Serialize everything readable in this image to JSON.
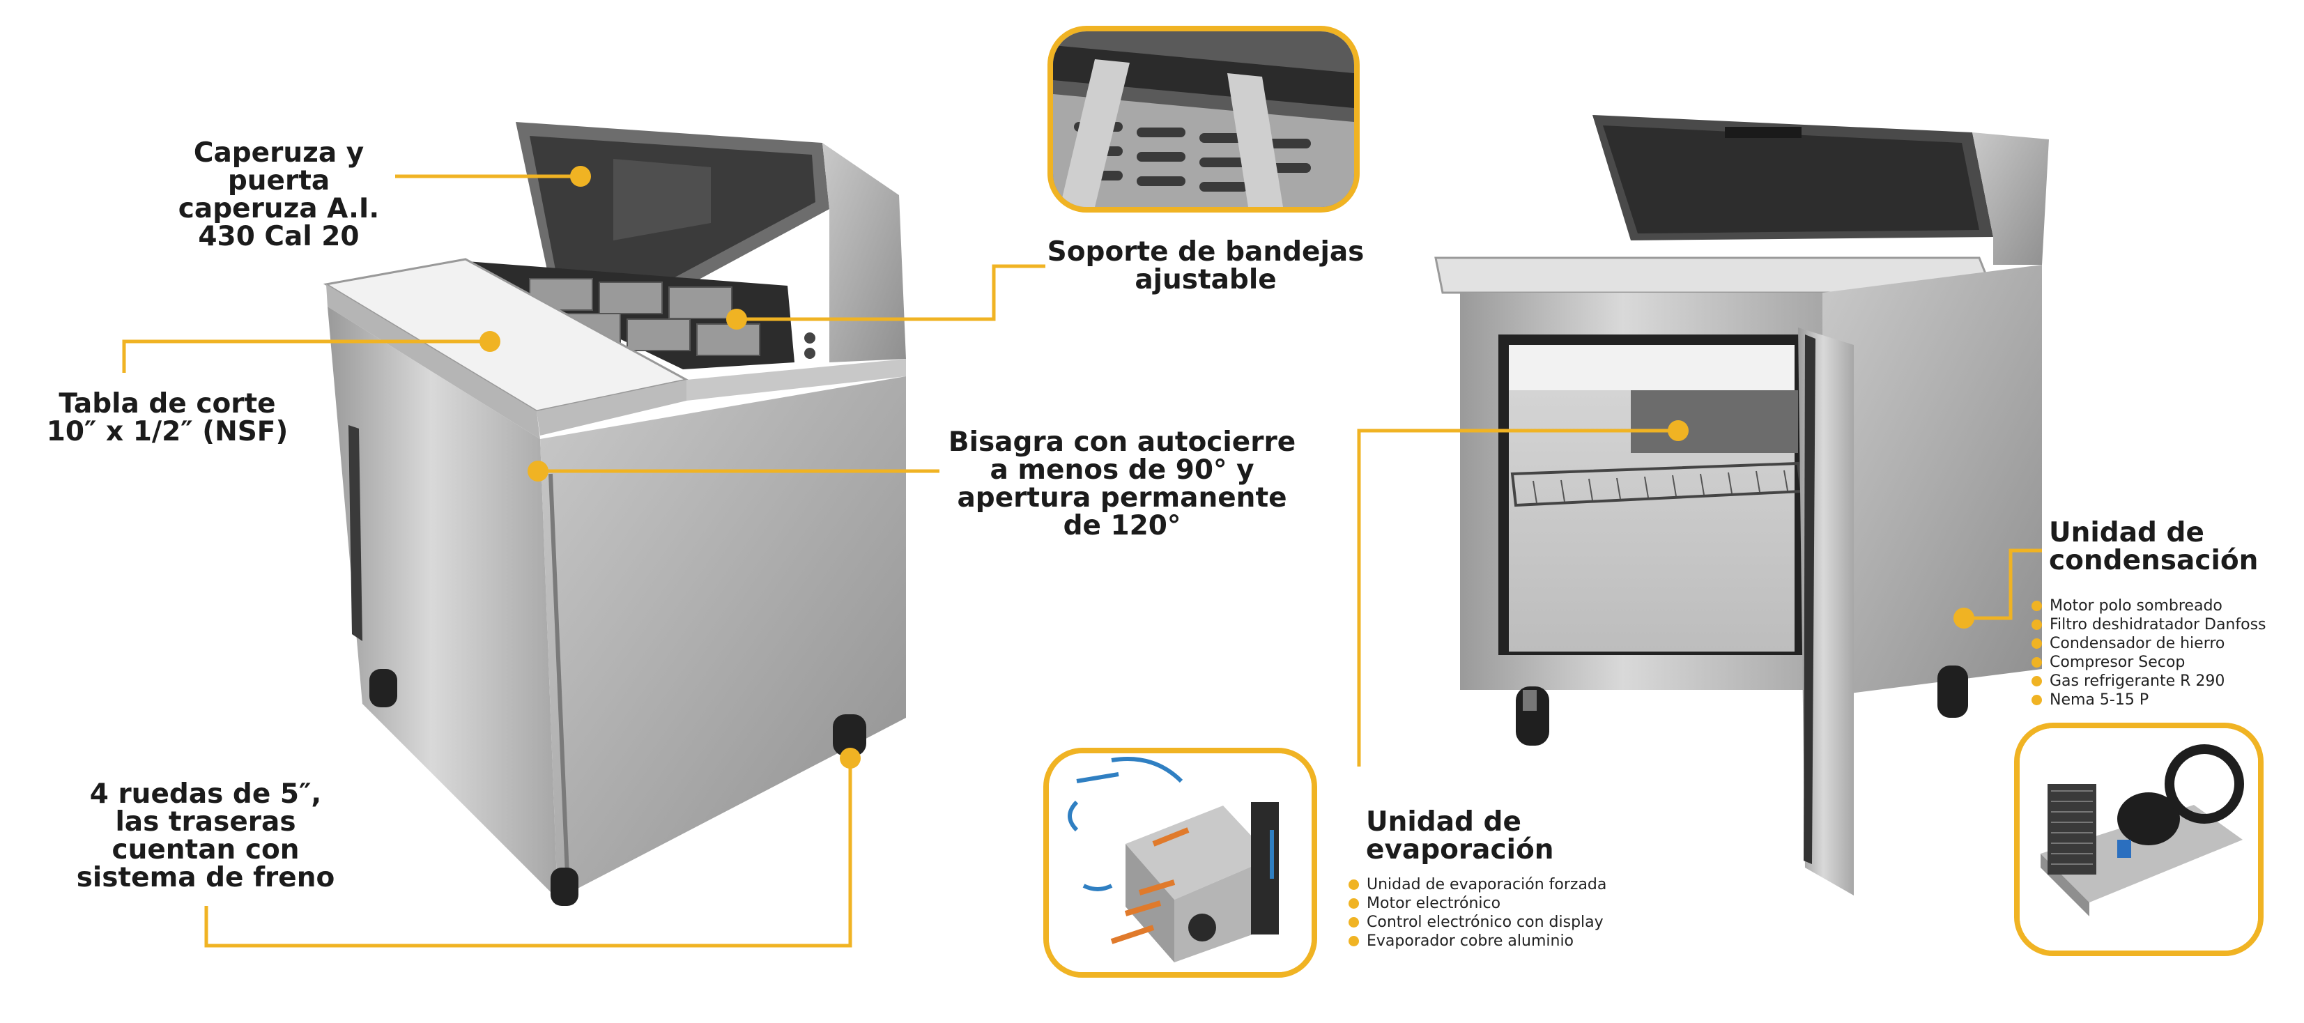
{
  "accent_color": "#f0b323",
  "callouts": {
    "hood": {
      "lines": [
        "Caperuza y",
        "puerta",
        "caperuza A.I.",
        "430 Cal 20"
      ]
    },
    "board": {
      "lines": [
        "Tabla de corte",
        "10″ x 1/2″ (NSF)"
      ]
    },
    "wheels": {
      "lines": [
        "4 ruedas de 5″,",
        "las traseras",
        "cuentan con",
        "sistema de freno"
      ]
    },
    "tray": {
      "lines": [
        "Soporte de bandejas",
        "ajustable"
      ]
    },
    "hinge": {
      "lines": [
        "Bisagra con autocierre",
        "a menos de 90° y",
        "apertura permanente",
        "de 120°"
      ]
    }
  },
  "evaporation": {
    "title_lines": [
      "Unidad de",
      "evaporación"
    ],
    "items": [
      "Unidad de evaporación forzada",
      "Motor electrónico",
      "Control electrónico con display",
      "Evaporador cobre aluminio"
    ]
  },
  "condensation": {
    "title_lines": [
      "Unidad de",
      "condensación"
    ],
    "items": [
      "Motor polo sombreado",
      "Filtro deshidratador Danfoss",
      "Condensador de hierro",
      "Compresor Secop",
      "Gas refrigerante R 290",
      "Nema 5-15 P"
    ]
  }
}
